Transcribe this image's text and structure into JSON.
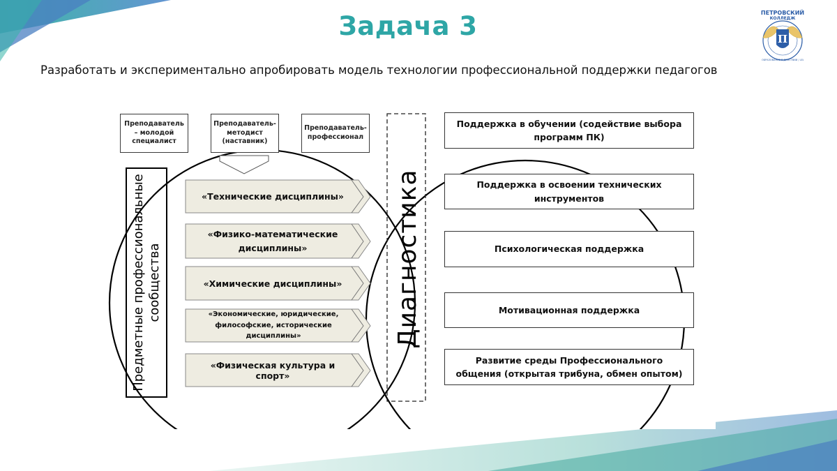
{
  "slide": {
    "title": "Задача 3",
    "subtitle": "Разработать и экспериментально апробировать модель технологии профессиональной поддержки педагогов"
  },
  "logo": {
    "top_text": "ПЕТРОВСКИЙ",
    "sub_text": "КОЛЛЕДЖ",
    "ring_text": "ОБРАЗОВАНИЕ В ДЕЙСТВИИ / LEARNING BY DOING",
    "icon": "college-crest-icon"
  },
  "diagram": {
    "roles": [
      "Преподаватель – молодой специалист",
      "Преподаватель-методист (наставник)",
      "Преподаватель-профессионал"
    ],
    "communities_label": "Предметные профессиональные сообщества",
    "disciplines": [
      "«Технические дисциплины»",
      "«Физико-математические дисциплины»",
      "«Химические дисциплины»",
      "«Экономические, юридические, философские, исторические дисциплины»",
      "«Физическая культура и спорт»"
    ],
    "diagnostics_label": "Диагностика",
    "supports": [
      "Поддержка в обучении (содействие выбора программ ПК)",
      "Поддержка в освоении технических инструментов",
      "Психологическая поддержка",
      "Мотивационная поддержка",
      "Развитие среды Профессионального общения (открытая трибуна, обмен опытом)"
    ]
  },
  "colors": {
    "title": "#2ea6a6",
    "chevron_fill": "#eeece1",
    "teal": "#35b5a8",
    "blue": "#4a7fc1"
  }
}
